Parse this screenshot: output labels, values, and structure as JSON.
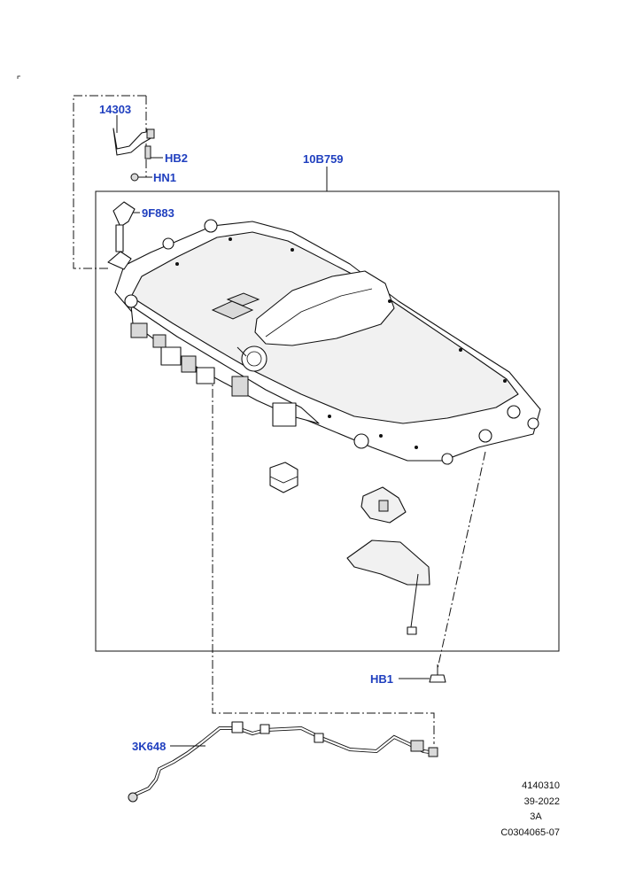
{
  "diagram": {
    "callouts": {
      "p14303": "14303",
      "hb2": "HB2",
      "hn1": "HN1",
      "p10b759": "10B759",
      "p9f883": "9F883",
      "hb1": "HB1",
      "p3k648": "3K648"
    },
    "footer": {
      "line1": "4140310",
      "line2": "39-2022",
      "line3": "3A",
      "line4": "C0304065-07"
    },
    "colors": {
      "callout_text": "#1f3fbf",
      "line_art": "#111111"
    }
  }
}
